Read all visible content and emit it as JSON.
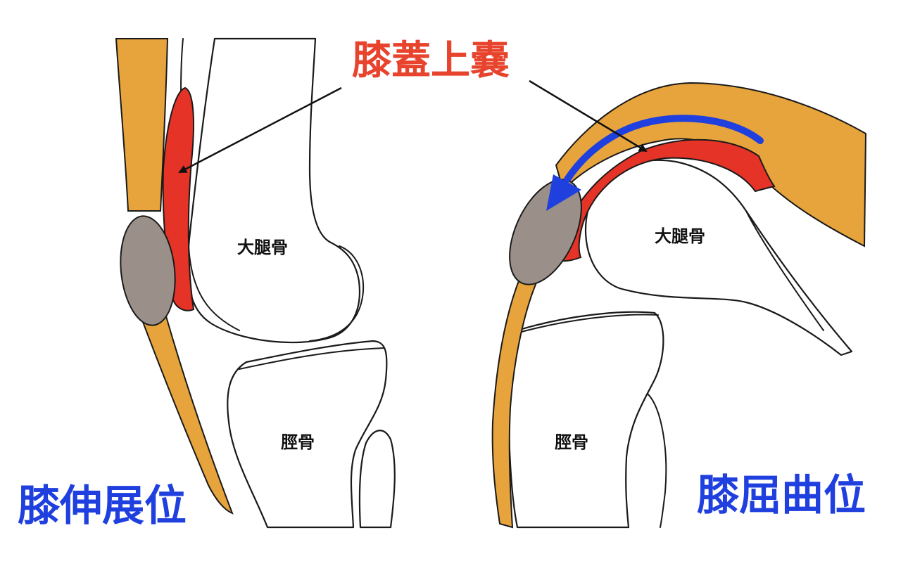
{
  "title": "膝蓋上嚢",
  "left_panel": {
    "position_label": "膝伸展位",
    "femur_label": "大腿骨",
    "tibia_label": "脛骨"
  },
  "right_panel": {
    "position_label": "膝屈曲位",
    "femur_label": "大腿骨",
    "tibia_label": "脛骨"
  },
  "colors": {
    "tendon": "#e7a43c",
    "bursa": "#e63327",
    "patella": "#9a9089",
    "arrow_blue": "#1f3fdf",
    "title_red": "#e8432c"
  }
}
